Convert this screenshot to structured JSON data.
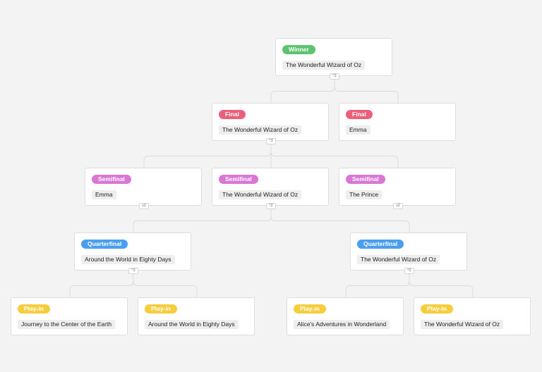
{
  "colors": {
    "winner": "#5cc46e",
    "final": "#ec5f7b",
    "semifinal": "#d877d4",
    "quarterfinal": "#4a9ef0",
    "playin": "#f6cd3d"
  },
  "cards": [
    {
      "id": "winner",
      "stage": "Winner",
      "color": "winner",
      "title": "The Wonderful Wizard of Oz",
      "expander": {
        "icon": "chevron-up-icon",
        "glyph": "^",
        "count": "2"
      }
    },
    {
      "id": "final-1",
      "stage": "Final",
      "color": "final",
      "title": "The Wonderful Wizard of Oz",
      "expander": {
        "icon": "chevron-up-icon",
        "glyph": "^",
        "count": "3"
      }
    },
    {
      "id": "final-2",
      "stage": "Final",
      "color": "final",
      "title": "Emma"
    },
    {
      "id": "semi-1",
      "stage": "Semifinal",
      "color": "semifinal",
      "title": "Emma",
      "expander": {
        "icon": "chevron-down-icon",
        "glyph": "v",
        "count": "2"
      }
    },
    {
      "id": "semi-2",
      "stage": "Semifinal",
      "color": "semifinal",
      "title": "The Wonderful Wizard of Oz",
      "expander": {
        "icon": "chevron-up-icon",
        "glyph": "^",
        "count": "2"
      }
    },
    {
      "id": "semi-3",
      "stage": "Semifinal",
      "color": "semifinal",
      "title": "The Prince",
      "expander": {
        "icon": "chevron-down-icon",
        "glyph": "v",
        "count": "2"
      }
    },
    {
      "id": "qf-1",
      "stage": "Quarterfinal",
      "color": "quarterfinal",
      "title": "Around the World in Eighty Days",
      "expander": {
        "icon": "chevron-up-icon",
        "glyph": "^",
        "count": "2"
      }
    },
    {
      "id": "qf-2",
      "stage": "Quarterfinal",
      "color": "quarterfinal",
      "title": "The Wonderful Wizard of Oz",
      "expander": {
        "icon": "chevron-up-icon",
        "glyph": "^",
        "count": "2"
      }
    },
    {
      "id": "playin-1",
      "stage": "Play-in",
      "color": "playin",
      "title": "Journey to the Center of the Earth"
    },
    {
      "id": "playin-2",
      "stage": "Play-in",
      "color": "playin",
      "title": "Around the World in Eighty Days"
    },
    {
      "id": "playin-3",
      "stage": "Play-in",
      "color": "playin",
      "title": "Alice's Adventures in Wonderland"
    },
    {
      "id": "playin-4",
      "stage": "Play-in",
      "color": "playin",
      "title": "The Wonderful Wizard of Oz"
    }
  ]
}
